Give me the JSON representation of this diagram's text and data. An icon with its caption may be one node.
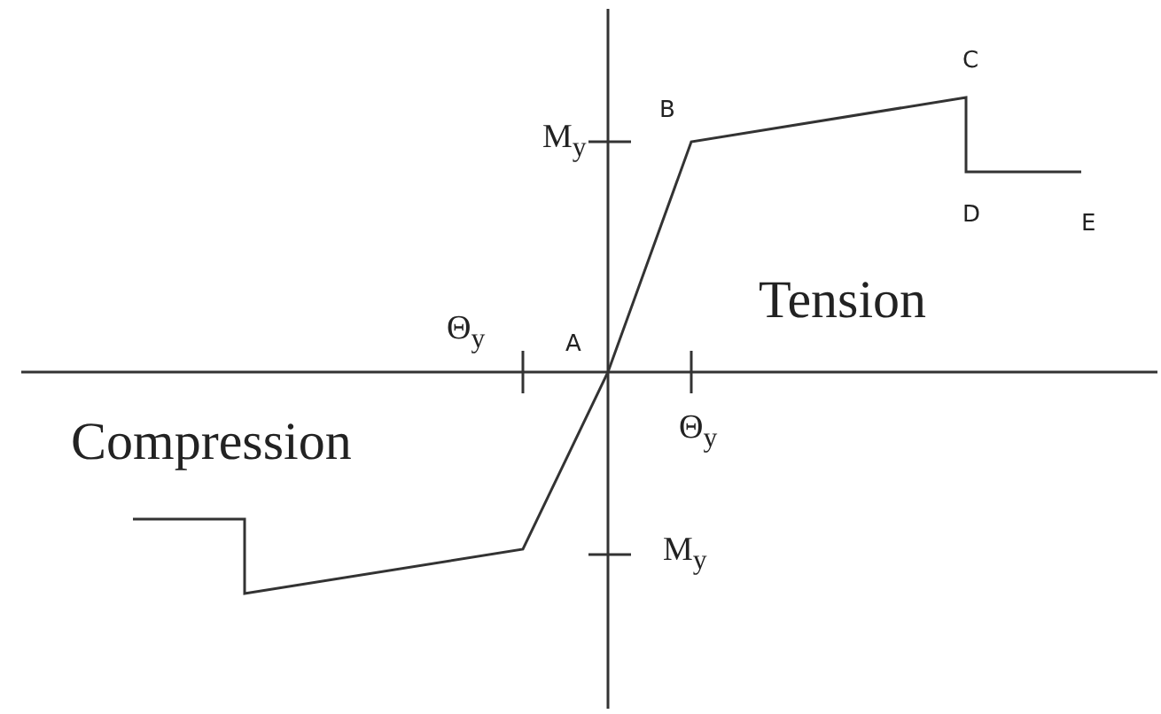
{
  "diagram": {
    "labels": [
      "C",
      "M$_{y}$",
      "B",
      "D",
      "E",
      "Θ$_{y}$",
      "A",
      "Tension",
      "Compression",
      "Θ$_{y}$",
      "M$_{y}$"
    ]
  }
}
